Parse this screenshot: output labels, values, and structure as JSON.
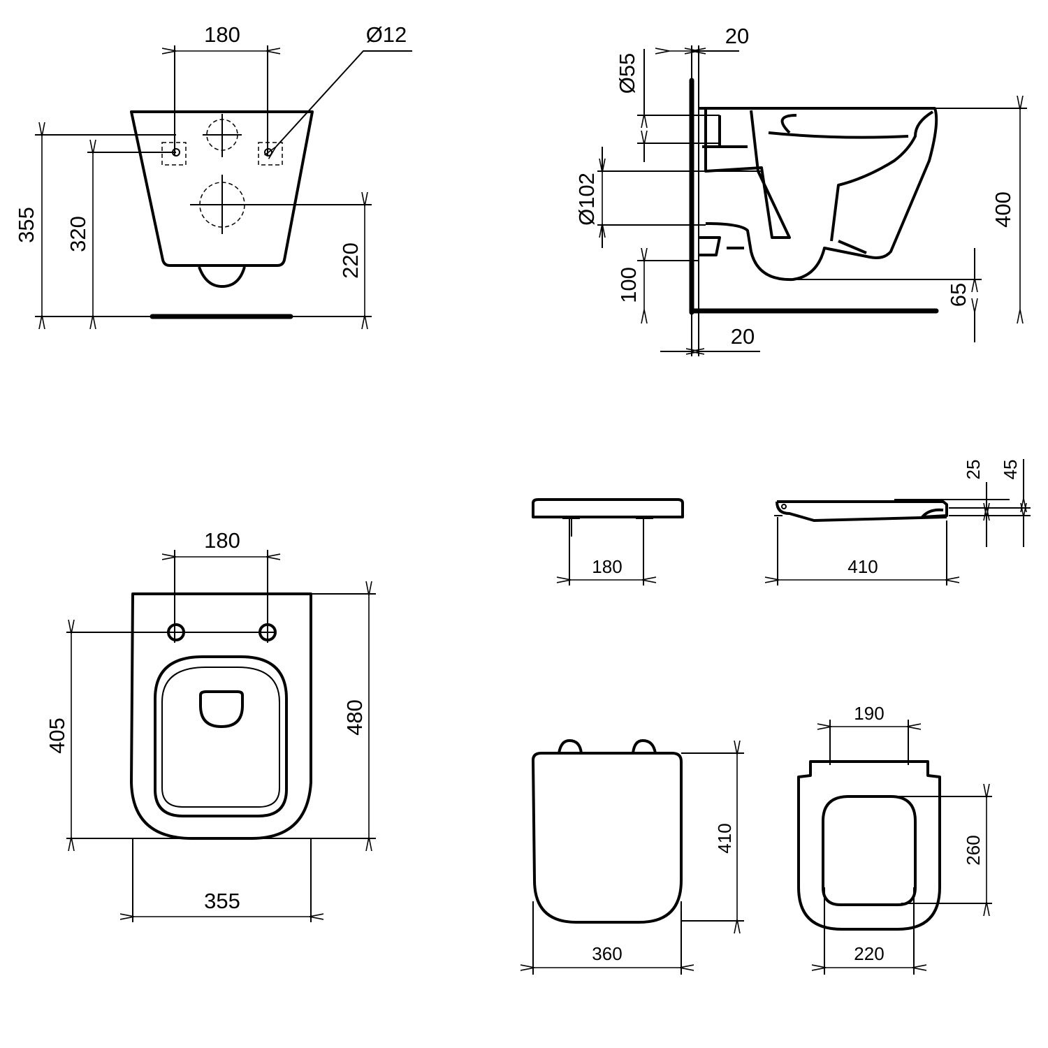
{
  "front_view": {
    "d_holes_spacing": "180",
    "d_hole_dia": "Ø12",
    "d_height_total": "355",
    "d_height_fixing": "320",
    "d_height_outlet": "220"
  },
  "side_view": {
    "d_wall_top": "20",
    "d_inlet_dia": "Ø55",
    "d_outlet_dia": "Ø102",
    "d_height": "400",
    "d_outlet_height": "100",
    "d_floor_gap": "65",
    "d_wall_bottom": "20"
  },
  "top_view": {
    "d_holes_spacing": "180",
    "d_depth_holes": "405",
    "d_depth": "480",
    "d_width": "355"
  },
  "seat_side_views": {
    "d_pin_spacing": "180",
    "d_length": "410",
    "d_thickness_seat": "25",
    "d_thickness_total": "45"
  },
  "seat_top_views": {
    "d_width": "360",
    "d_length": "410",
    "d_hinge_spacing": "190",
    "d_opening_length": "260",
    "d_opening_width": "220"
  },
  "colors": {
    "line": "#000000",
    "background": "#ffffff"
  }
}
